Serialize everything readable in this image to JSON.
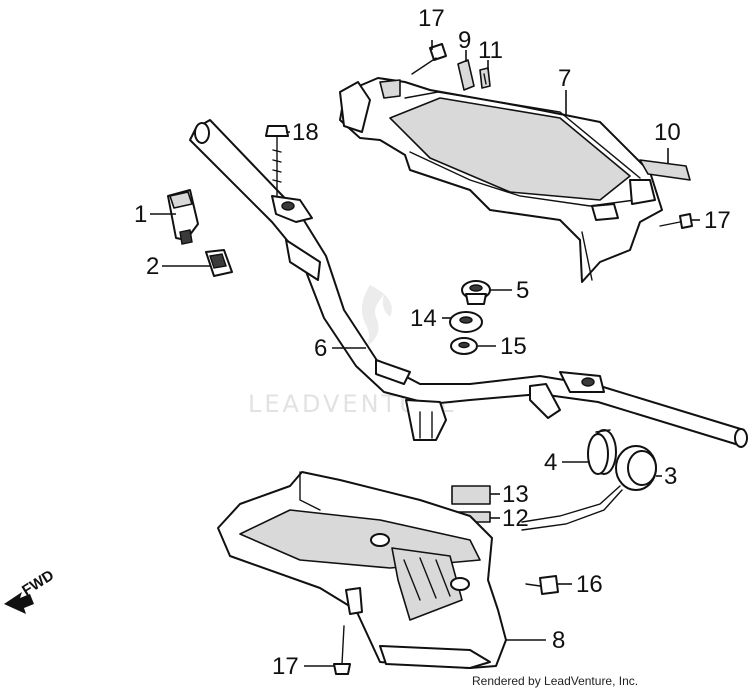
{
  "diagram": {
    "watermark": "LEADVENTURE",
    "credit": "Rendered by LeadVenture, Inc.",
    "direction_label": "FWD",
    "callouts": [
      {
        "id": "1",
        "label": "1"
      },
      {
        "id": "2",
        "label": "2"
      },
      {
        "id": "3",
        "label": "3"
      },
      {
        "id": "4",
        "label": "4"
      },
      {
        "id": "5",
        "label": "5"
      },
      {
        "id": "6",
        "label": "6"
      },
      {
        "id": "7",
        "label": "7"
      },
      {
        "id": "8",
        "label": "8"
      },
      {
        "id": "9",
        "label": "9"
      },
      {
        "id": "10",
        "label": "10"
      },
      {
        "id": "11",
        "label": "11"
      },
      {
        "id": "12",
        "label": "12"
      },
      {
        "id": "13",
        "label": "13"
      },
      {
        "id": "14",
        "label": "14"
      },
      {
        "id": "15",
        "label": "15"
      },
      {
        "id": "16",
        "label": "16"
      },
      {
        "id": "17a",
        "label": "17"
      },
      {
        "id": "17b",
        "label": "17"
      },
      {
        "id": "17c",
        "label": "17"
      },
      {
        "id": "18",
        "label": "18"
      }
    ]
  }
}
